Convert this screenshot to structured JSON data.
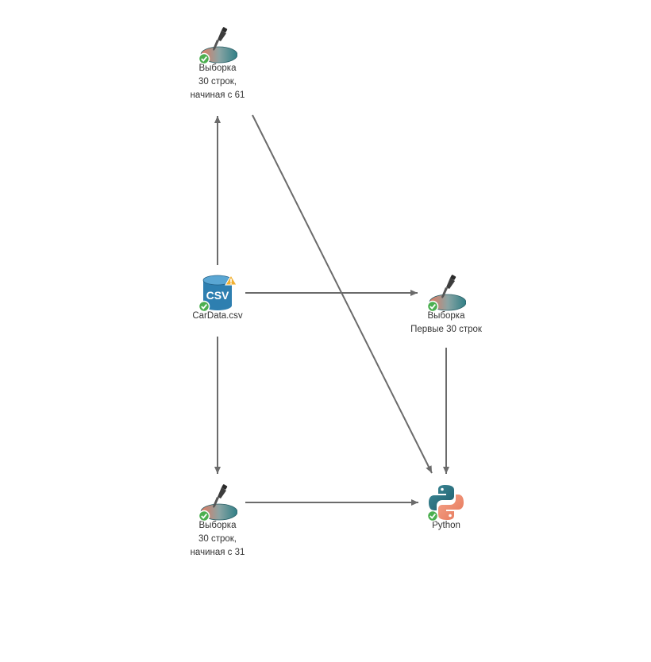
{
  "colors": {
    "edge": "#6b6b6b",
    "ok_badge": "#4caf50",
    "warn_badge": "#f2b134",
    "csv_blue": "#2e7fb0",
    "sample_red": "#e2795f",
    "sample_teal": "#2f7f86"
  },
  "nodes": {
    "sample_61": {
      "icon": "sample-icon",
      "status": "ok",
      "lines": [
        "Выборка",
        "30 строк,",
        "начиная с 61"
      ]
    },
    "csv": {
      "icon": "csv-icon",
      "status": "ok",
      "warning": true,
      "icon_text": "CSV",
      "lines": [
        "CarData.csv"
      ]
    },
    "sample_first": {
      "icon": "sample-icon",
      "status": "ok",
      "lines": [
        "Выборка",
        "Первые 30 строк"
      ]
    },
    "sample_31": {
      "icon": "sample-icon",
      "status": "ok",
      "lines": [
        "Выборка",
        "30 строк,",
        "начиная с 31"
      ]
    },
    "python": {
      "icon": "python-icon",
      "status": "ok",
      "lines": [
        "Python"
      ]
    }
  },
  "edges": [
    {
      "from": "csv",
      "to": "sample_61"
    },
    {
      "from": "csv",
      "to": "sample_first"
    },
    {
      "from": "csv",
      "to": "sample_31"
    },
    {
      "from": "sample_61",
      "to": "python"
    },
    {
      "from": "sample_first",
      "to": "python"
    },
    {
      "from": "sample_31",
      "to": "python"
    }
  ]
}
